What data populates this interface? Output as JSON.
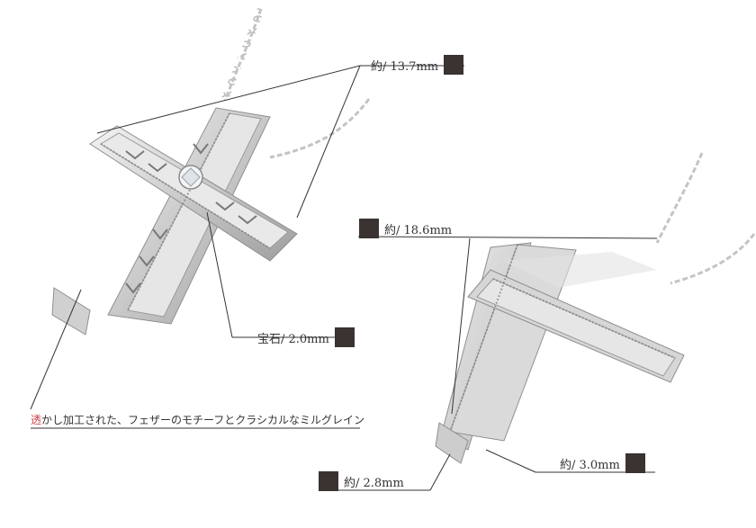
{
  "labels": {
    "top_width": "約/ 13.7mm",
    "gem": "宝石/ 2.0mm",
    "right_width": "約/ 18.6mm",
    "depth": "約/ 3.0mm",
    "thickness": "約/ 2.8mm"
  },
  "caption": {
    "accent": "透",
    "rest": "かし加工された、フェザーのモチーフとクラシカルなミルグレイン"
  },
  "colors": {
    "marker": "#3a3332",
    "accent": "#d0454a",
    "metal": "#d8d8d8"
  }
}
